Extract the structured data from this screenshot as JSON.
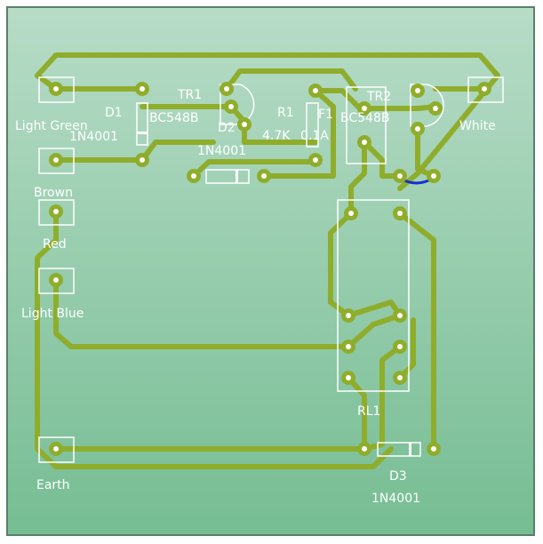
{
  "colors": {
    "board_top": "#b7dcc7",
    "board_bottom": "#76bd93",
    "board_border": "#5a7f68",
    "trace": "#8fad2b",
    "silkscreen": "#ffffff",
    "jumper": "#1a2fd0"
  },
  "connectors": {
    "light_green": "Light Green",
    "brown": "Brown",
    "red": "Red",
    "light_blue": "Light Blue",
    "white": "White",
    "earth": "Earth"
  },
  "components": {
    "d1_ref": "D1",
    "d1_value": "1N4001",
    "tr1_ref": "TR1",
    "tr1_value": "BC548B",
    "d2_ref": "D2",
    "d2_value": "1N4001",
    "r1_ref": "R1",
    "r1_value": "4.7K",
    "f1_ref": "F1",
    "f1_value": "0.1A",
    "tr2_ref": "TR2",
    "tr2_value": "BC548B",
    "rl1_ref": "RL1",
    "d3_ref": "D3",
    "d3_value": "1N4001"
  }
}
